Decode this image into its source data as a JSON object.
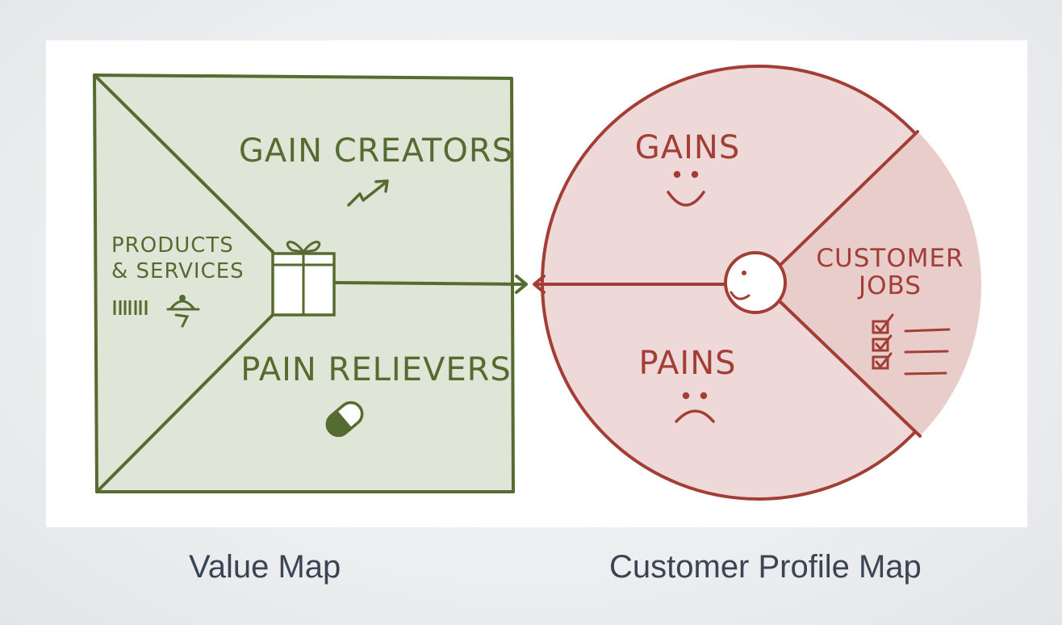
{
  "value_map": {
    "gain_creators": "GAIN CREATORS",
    "products_line1": "PRODUCTS",
    "products_line2": "& SERVICES",
    "pain_relievers": "PAIN RELIEVERS",
    "caption": "Value Map",
    "fill_color": "#dfe6d7",
    "stroke_color": "#556b2f"
  },
  "customer_profile": {
    "gains": "GAINS",
    "pains": "PAINS",
    "jobs_line1": "CUSTOMER",
    "jobs_line2": "JOBS",
    "caption": "Customer Profile Map",
    "fill_color": "#efd9d8",
    "stroke_color": "#a23e36"
  },
  "icons": {
    "gain_creators": "rising-arrow-icon",
    "products": "barcode-icon",
    "products_service": "cloche-icon",
    "center": "gift-icon",
    "pain_relievers": "pill-icon",
    "gains": "smile-icon",
    "pains": "frown-icon",
    "jobs": "checklist-icon",
    "customer": "face-icon"
  }
}
